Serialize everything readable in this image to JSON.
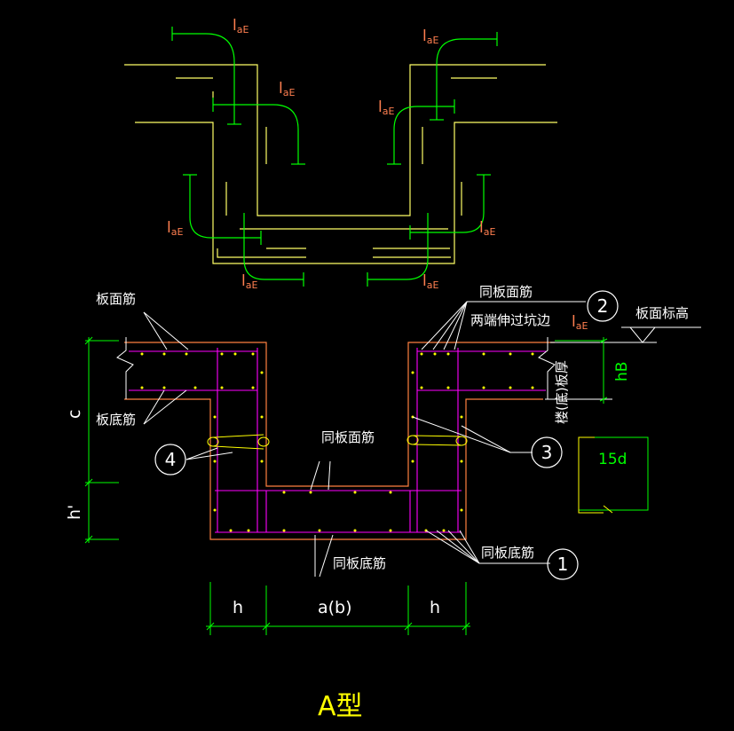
{
  "colors": {
    "background": "#000000",
    "concrete": "#ffff66",
    "rebar_upper": "#ffff00",
    "anchor": "#00ff00",
    "label_red": "#ff7f50",
    "stirrup": "#ff00ff",
    "outline": "#ff8040",
    "white": "#ffffff",
    "dim": "#00ff00"
  },
  "labels": {
    "lae": "l",
    "lae_sub": "aE",
    "ban_mian_jin": "板面筋",
    "ban_di_jin": "板底筋",
    "tong_ban_mian_jin_top": "同板面筋",
    "liang_duan_shen_guo": "两端伸过坑边",
    "tong_ban_mian_jin_mid": "同板面筋",
    "tong_ban_di_jin_right": "同板底筋",
    "tong_ban_di_jin_bottom": "同板底筋",
    "ban_mian_biao_gao": "板面标高",
    "lou_ban_hou": "楼(底)板厚",
    "hB": "hB",
    "fifteen_d": "15d",
    "c": "c",
    "h_prime": "h'",
    "h_left": "h",
    "a_b": "a(b)",
    "h_right": "h",
    "callout_1": "1",
    "callout_2": "2",
    "callout_3": "3",
    "callout_4": "4",
    "title": "A型"
  }
}
